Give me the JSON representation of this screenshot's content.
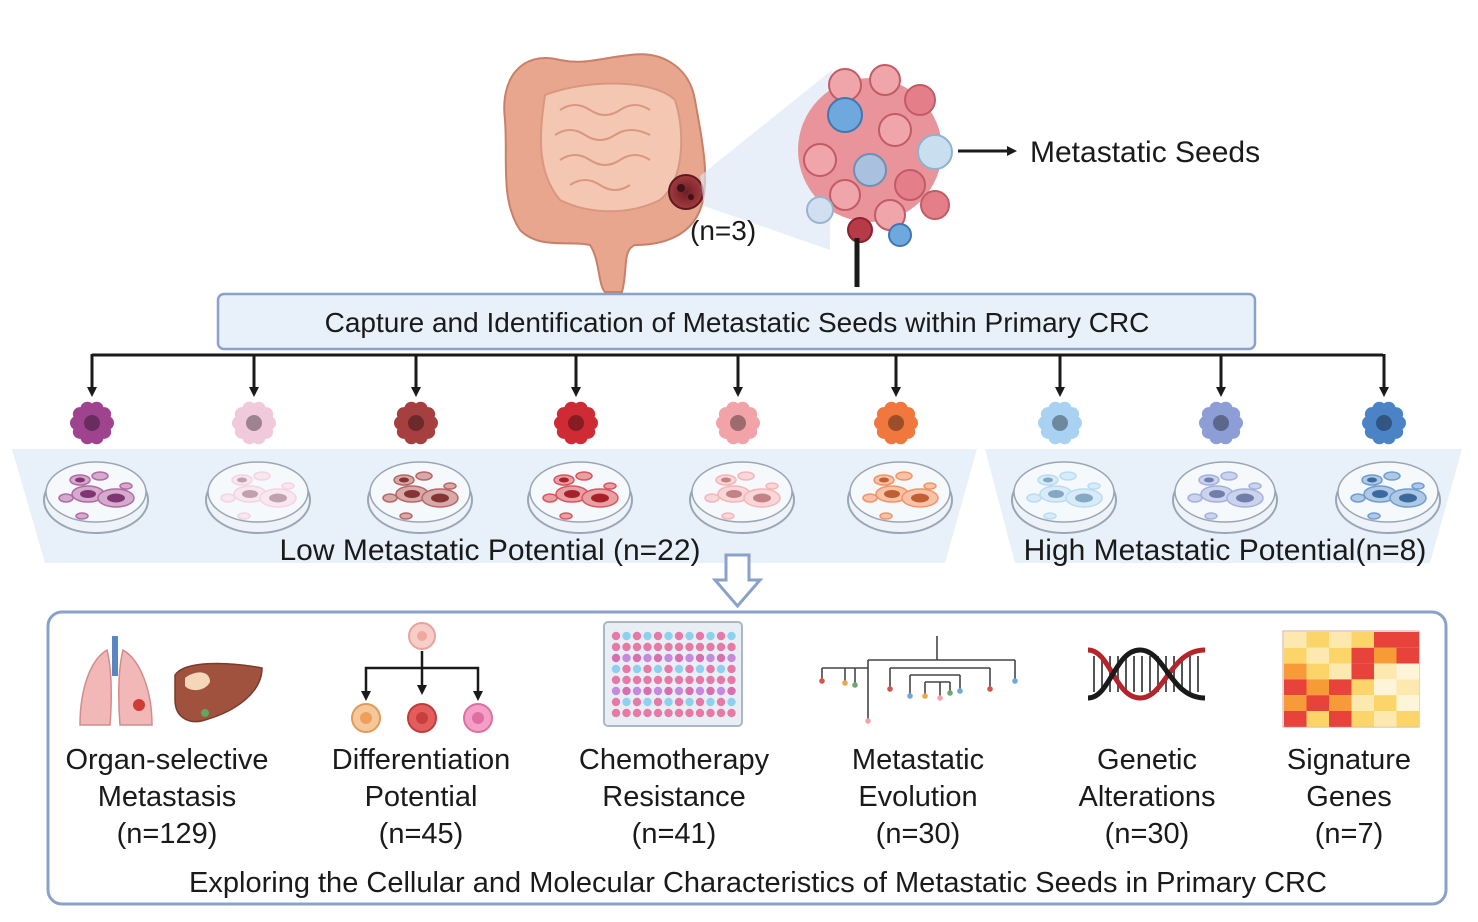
{
  "header": {
    "n_label": "(n=3)",
    "seeds_label": "Metastatic Seeds"
  },
  "capture_box": {
    "text": "Capture and Identification of Metastatic Seeds within Primary CRC"
  },
  "seed_colors": [
    "#a0438f",
    "#f0c9da",
    "#a64040",
    "#cf2b34",
    "#f2a3a8",
    "#f0783e",
    "#a9d2f2",
    "#8d9ed6",
    "#4a84c6"
  ],
  "groups": {
    "low": "Low Metastatic Potential (n=22)",
    "high": "High Metastatic Potential(n=8)"
  },
  "characteristics": [
    {
      "line1": "Organ-selective",
      "line2": "Metastasis",
      "count": "(n=129)",
      "icon": "lung-liver-icon"
    },
    {
      "line1": "Differentiation",
      "line2": "Potential",
      "count": "(n=45)",
      "icon": "differentiation-tree-icon"
    },
    {
      "line1": "Chemotherapy",
      "line2": "Resistance",
      "count": "(n=41)",
      "icon": "well-plate-icon"
    },
    {
      "line1": "Metastatic",
      "line2": "Evolution",
      "count": "(n=30)",
      "icon": "phylogenetic-tree-icon"
    },
    {
      "line1": "Genetic",
      "line2": "Alterations",
      "count": "(n=30)",
      "icon": "dna-helix-icon"
    },
    {
      "line1": "Signature",
      "line2": "Genes",
      "count": "(n=7)",
      "icon": "heatmap-icon"
    }
  ],
  "footer": {
    "text": "Exploring the Cellular and Molecular Characteristics of Metastatic Seeds in Primary CRC"
  }
}
